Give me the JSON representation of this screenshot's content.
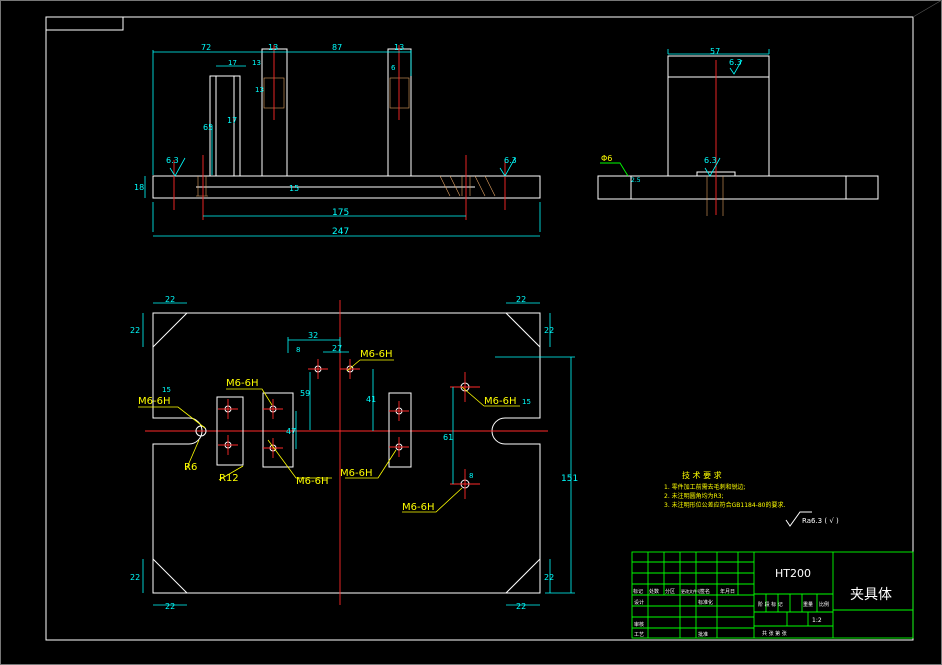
{
  "top_view": {
    "dims_top": [
      "72",
      "13",
      "87",
      "13"
    ],
    "dims_small": [
      "17",
      "13",
      "6",
      "13"
    ],
    "dim_65": "65",
    "dim_17b": "17",
    "dim_18": "18",
    "dim_15": "15",
    "dim_175": "175",
    "dim_247": "247",
    "roughness": [
      "6.3",
      "6.3"
    ]
  },
  "side_view": {
    "dim_57": "57",
    "roughness": [
      "6.3",
      "6.3"
    ],
    "note_label": "Φ6",
    "dim_small": "2.5"
  },
  "plan_view": {
    "corner_dims": [
      "22",
      "22",
      "22",
      "22",
      "22",
      "22",
      "22",
      "22"
    ],
    "dim_32": "32",
    "dim_27": "27",
    "dim_8": "8",
    "dim_59": "59",
    "dim_41": "41",
    "dim_47": "47",
    "dim_61": "61",
    "dim_151": "151",
    "dim_15a": "15",
    "dim_15b": "15",
    "dim_8b": "8",
    "thread_labels": [
      "M6-6H",
      "M6-6H",
      "M6-6H",
      "M6-6H",
      "M6-6H",
      "M6-6H",
      "M6-6H"
    ],
    "r6": "R6",
    "r12": "R12"
  },
  "tech_requirements": {
    "title": "技 术 要 求",
    "items": [
      "1. 零件加工前需去毛刺和锐边;",
      "2. 未注明圆角均为R3;",
      "3. 未注明形位公差应符合GB1184-80的要求."
    ],
    "roughness_note": "Ra6.3 ( √ )"
  },
  "title_block": {
    "material": "HT200",
    "part_name": "夹具体",
    "scale": "1:2",
    "row_labels": [
      "标记",
      "处数",
      "分区",
      "更改文件号",
      "签名",
      "年月日"
    ],
    "design": "设计",
    "standardize": "标准化",
    "stage": "阶 段 标 记",
    "weight": "重量",
    "ratio": "比例",
    "review": "审核",
    "craft": "工艺",
    "approve": "批准",
    "sheets": "共 张 第 张"
  }
}
